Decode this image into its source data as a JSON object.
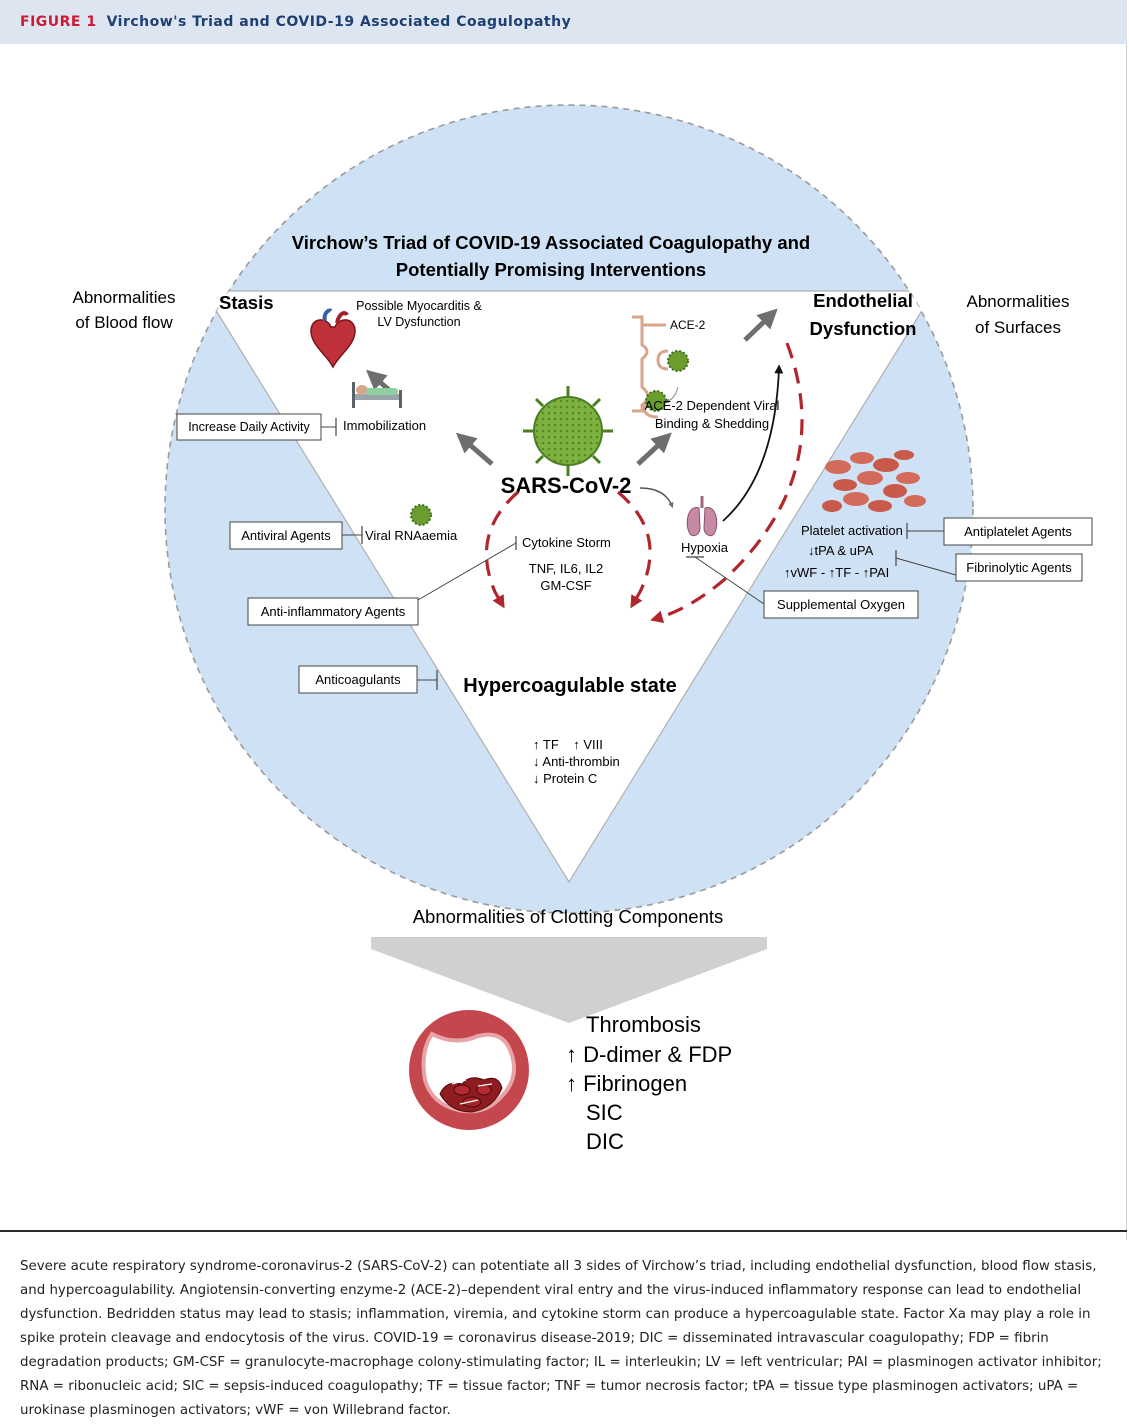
{
  "figure": {
    "number": "FIGURE 1",
    "title": "Virchow's Triad and COVID-19 Associated Coagulopathy"
  },
  "diagram": {
    "heading_line1": "Virchow’s Triad of COVID-19 Associated Coagulopathy and",
    "heading_line2": "Potentially Promising Interventions",
    "left_outer_line1": "Abnormalities",
    "left_outer_line2": "of Blood flow",
    "right_outer_line1": "Abnormalities",
    "right_outer_line2": "of Surfaces",
    "corner_stasis": "Stasis",
    "corner_endo_line1": "Endothelial",
    "corner_endo_line2": "Dysfunction",
    "myocarditis_line1": "Possible Myocarditis &",
    "myocarditis_line2": "LV Dysfunction",
    "immobilization": "Immobilization",
    "increase_activity": "Increase Daily Activity",
    "ace2": "ACE-2",
    "ace2_binding_line1": "ACE-2 Dependent Viral",
    "ace2_binding_line2": "Binding & Shedding",
    "sars": "SARS-CoV-2",
    "hypoxia": "Hypoxia",
    "supplemental_oxygen": "Supplemental Oxygen",
    "platelet_activation": "Platelet activation",
    "antiplatelet": "Antiplatelet Agents",
    "tpa_upa": "↓tPA & uPA",
    "vwf_tf_pai": "↑vWF - ↑TF - ↑PAI",
    "fibrinolytic": "Fibrinolytic Agents",
    "antiviral": "Antiviral Agents",
    "viral_rnaaemia": "Viral RNAaemia",
    "cytokine_storm": "Cytokine Storm",
    "cytokines_line1": "TNF, IL6, IL2",
    "cytokines_line2": "GM-CSF",
    "anti_inflammatory": "Anti-inflammatory Agents",
    "anticoagulants": "Anticoagulants",
    "hypercoagulable": "Hypercoagulable state",
    "clot_line1": "↑ TF    ↑ VIII",
    "clot_line2": "↓ Anti-thrombin",
    "clot_line3": "↓ Protein C",
    "bottom_label": "Abnormalities of Clotting Components",
    "outcome_1": "Thrombosis",
    "outcome_2": "↑ D-dimer & FDP",
    "outcome_3": "↑ Fibrinogen",
    "outcome_4": "SIC",
    "outcome_5": "DIC"
  },
  "caption": {
    "paragraph": "Severe acute respiratory syndrome-coronavirus-2 (SARS-CoV-2) can potentiate all 3 sides of Virchow’s triad, including endothelial dysfunction, blood flow stasis, and hypercoagulability. Angiotensin-converting enzyme-2 (ACE-2)–dependent viral entry and the virus-induced inflammatory response can lead to endothelial dysfunction. Bedridden status may lead to stasis; inflammation, viremia, and cytokine storm can produce a hypercoagulable state. Factor Xa may play a role in spike protein cleavage and endocytosis of the virus. COVID-19 = coronavirus disease-2019; DIC = disseminated intravascular coagulopathy; FDP = fibrin degradation products; GM-CSF = granulocyte-macrophage colony-stimulating factor; IL = interleukin; LV = left ventricular; PAI = plasminogen activator inhibitor; RNA = ribonucleic acid; SIC = sepsis-induced coagulopathy; TF = tissue factor; TNF = tumor necrosis factor; tPA = tissue type plasminogen activators; uPA = urokinase plasminogen activators; vWF = von Willebrand factor."
  },
  "colors": {
    "header_band": "#dde6f0",
    "figure_number": "#cc1a33",
    "figure_title": "#1e3f74",
    "circle_fill": "#cfe2f5",
    "dashed_arrow": "#b0262a",
    "arrow_gray": "#6e6e6e",
    "vessel_red": "#c4474d",
    "virus_green": "#6a9d2e"
  },
  "icons": [
    "heart-icon",
    "hospital-bed-icon",
    "virus-icon",
    "lungs-icon",
    "platelets-icon",
    "blood-vessel-clot-icon",
    "cell-receptor-icon"
  ]
}
